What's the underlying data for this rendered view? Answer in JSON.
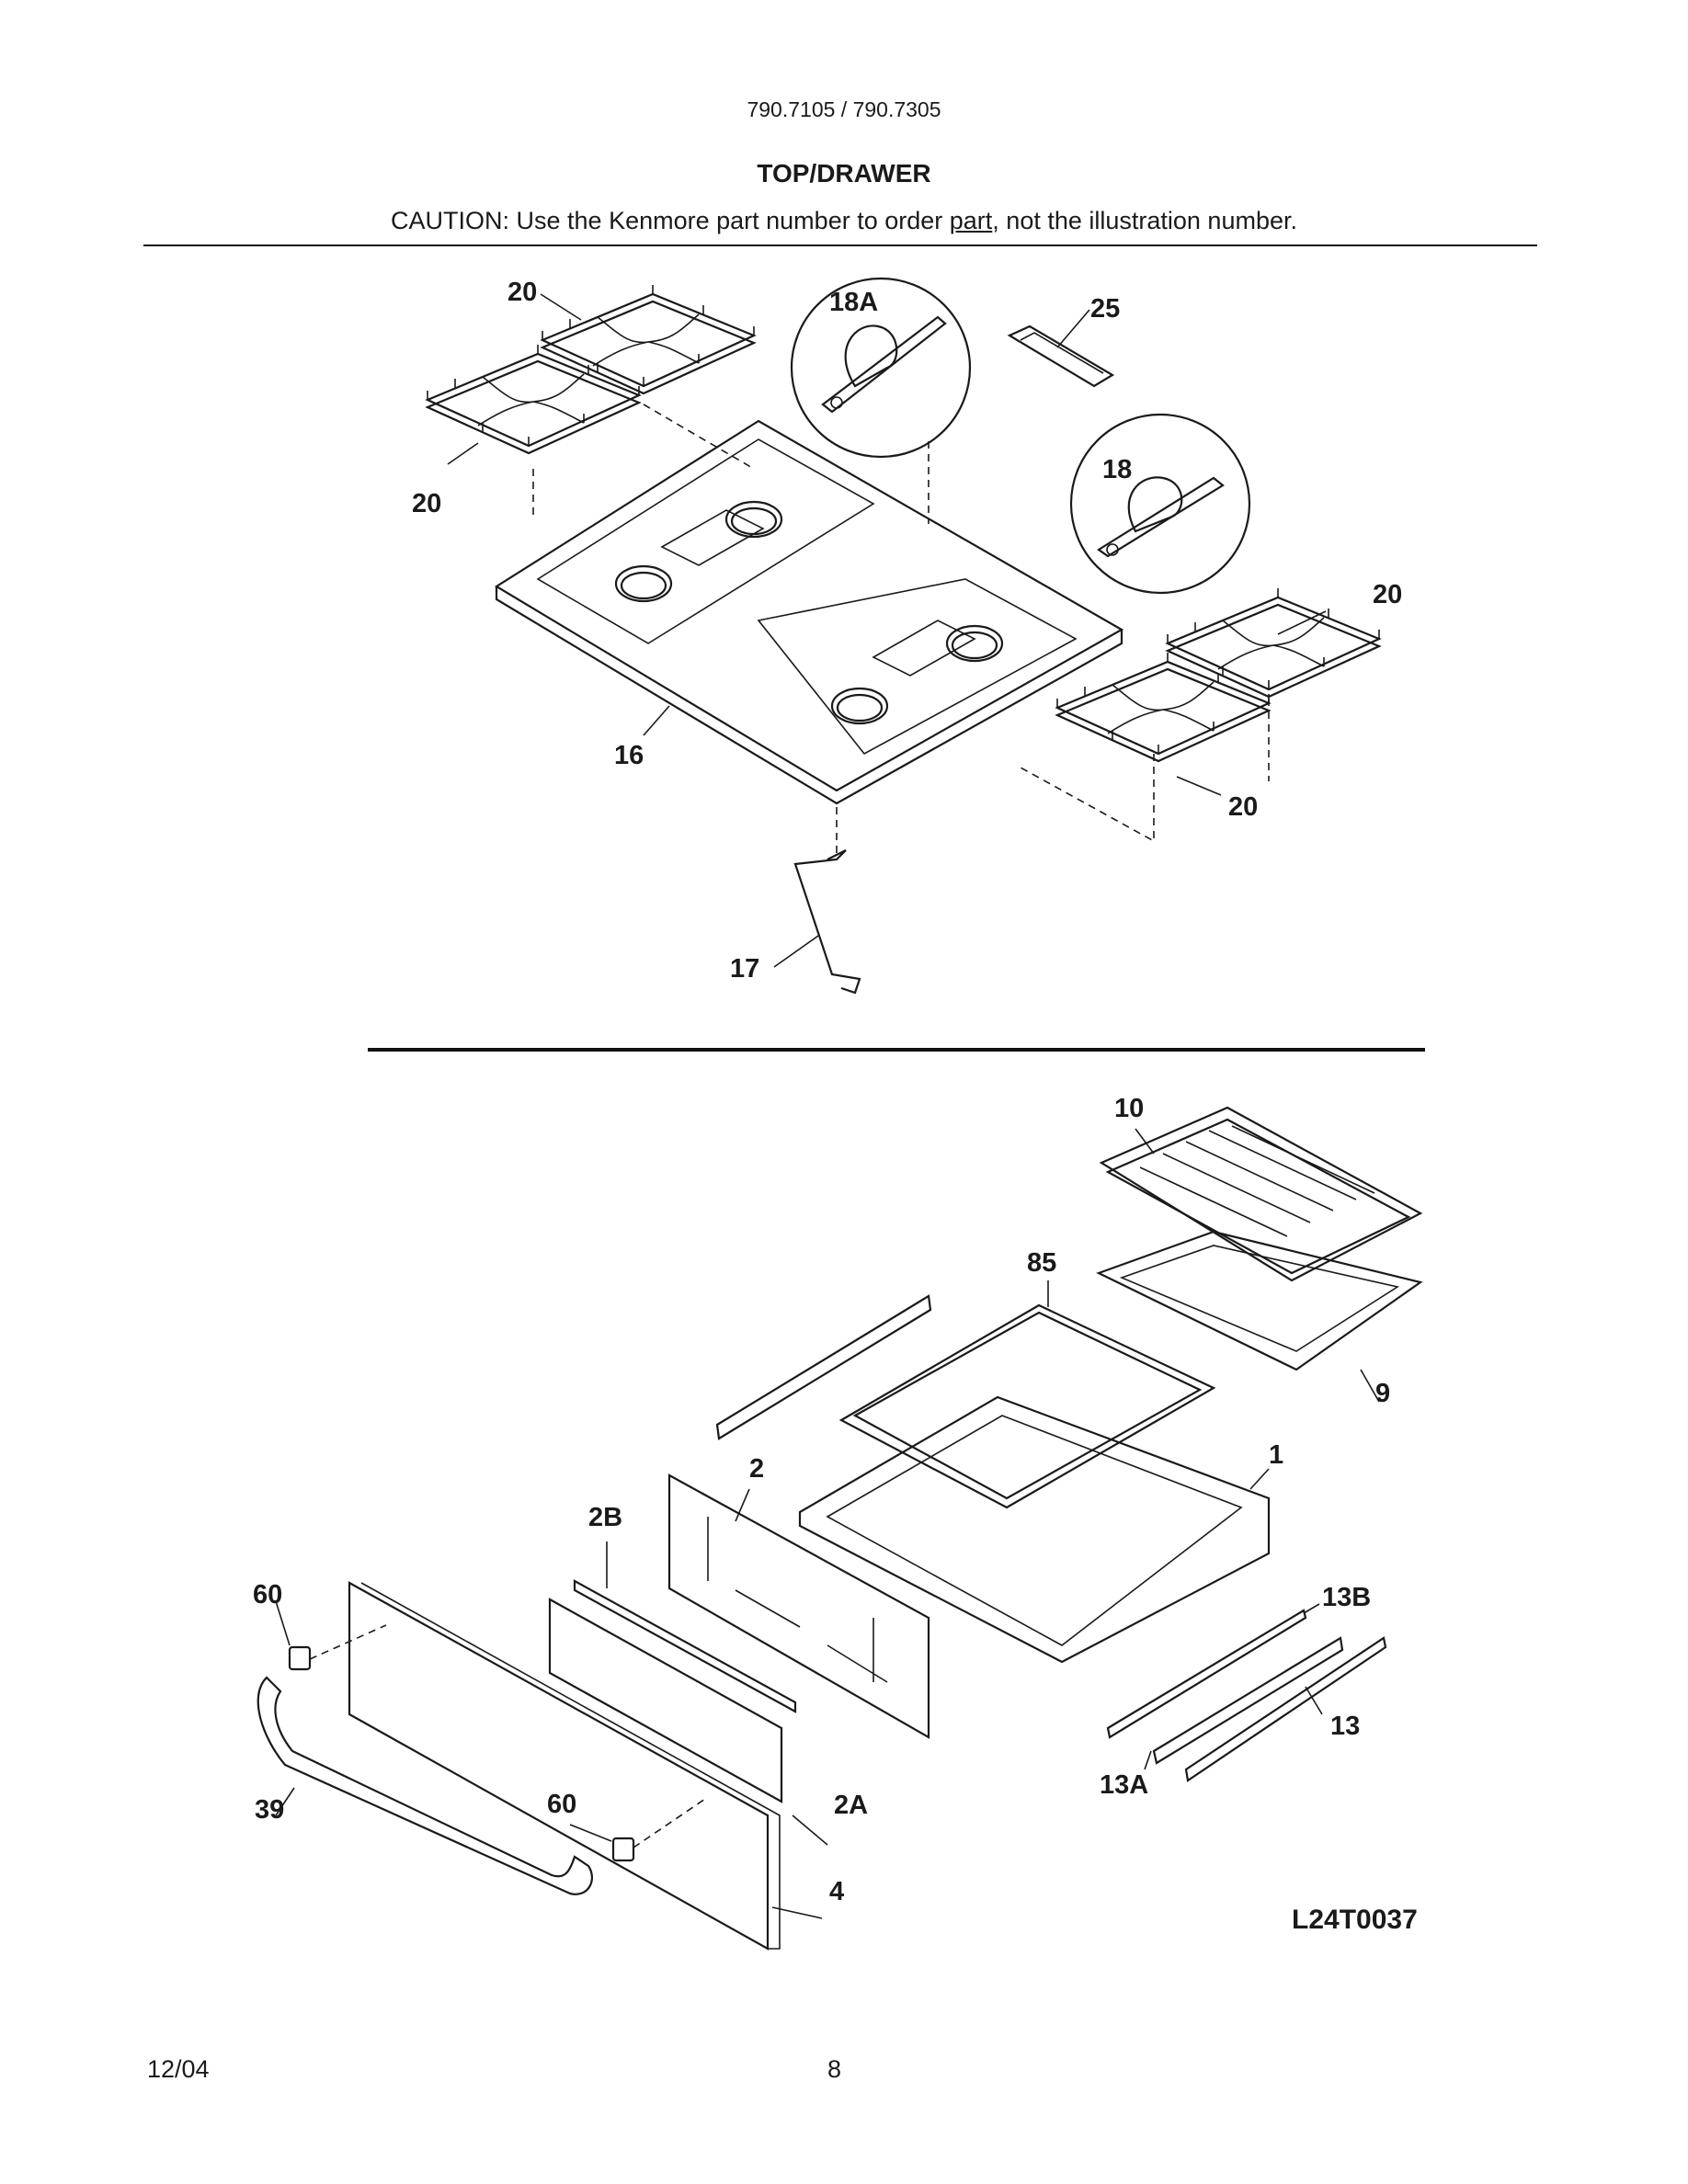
{
  "header": {
    "model_numbers": "790.7105 / 790.7305",
    "title": "TOP/DRAWER",
    "caution_before": "CAUTION: Use the Kenmore part number to order ",
    "caution_link": "part",
    "caution_after": ", not the illustration number."
  },
  "callouts": {
    "grate_top_left_upper": "20",
    "grate_top_left_lower": "20",
    "grate_right_upper": "20",
    "grate_right_lower": "20",
    "bracket_18a": "18A",
    "bracket_18": "18",
    "clip_25": "25",
    "cooktop_16": "16",
    "rod_17": "17",
    "broiler_grid_10": "10",
    "broiler_pan_9": "9",
    "rack_85": "85",
    "drawer_body_1": "1",
    "drawer_panel_2": "2",
    "trim_2b": "2B",
    "panel_2a": "2A",
    "drawer_front_4": "4",
    "handle_39": "39",
    "endcap_60_top": "60",
    "endcap_60_bottom": "60",
    "rail_13b": "13B",
    "rail_13": "13",
    "rail_13a": "13A"
  },
  "diagram_code": "L24T0037",
  "footer": {
    "date": "12/04",
    "page_number": "8"
  }
}
